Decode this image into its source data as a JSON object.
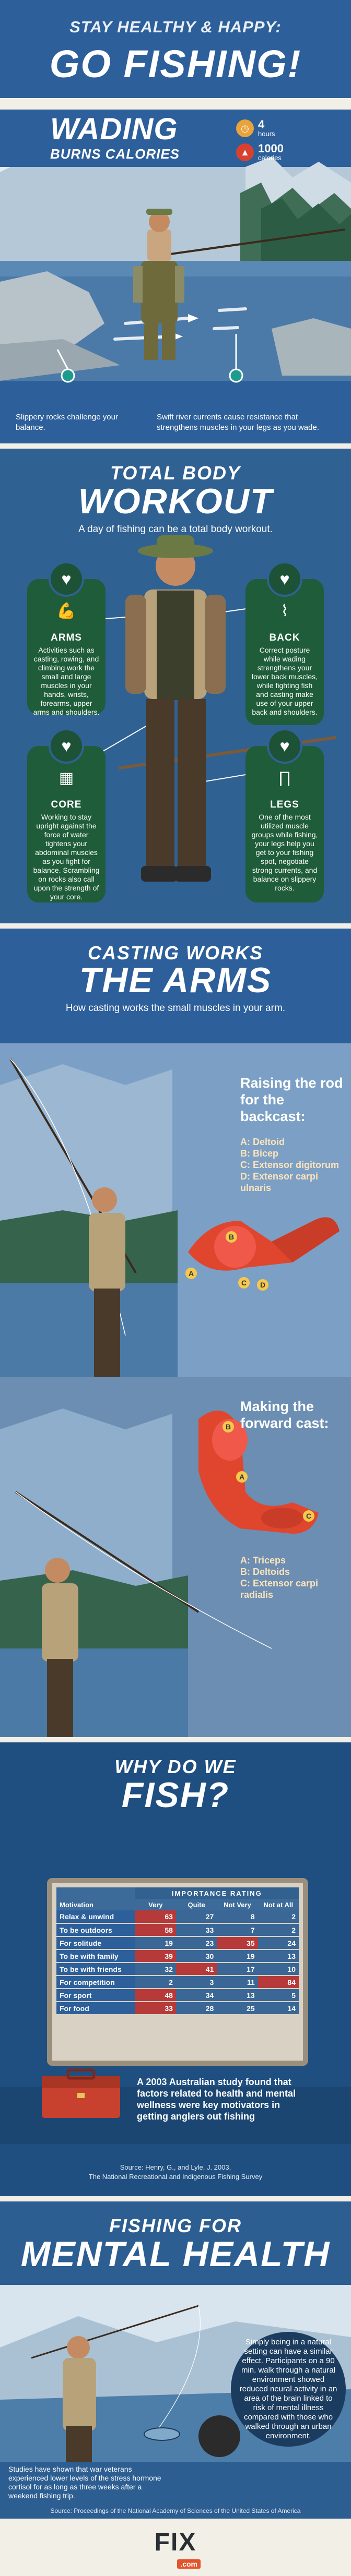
{
  "header": {
    "kicker": "STAY HEALTHY & HAPPY:",
    "title": "GO FISHING!"
  },
  "wading": {
    "title": "WADING",
    "subtitle": "BURNS CALORIES",
    "stats": [
      {
        "icon": "clock-icon",
        "value": "4",
        "unit": "hours",
        "color": "#e8a33c"
      },
      {
        "icon": "flame-icon",
        "value": "1000",
        "unit": "calories",
        "color": "#d8412f"
      }
    ],
    "captions": [
      "Slippery rocks challenge your balance.",
      "Swift river currents cause resistance that strengthens muscles in your legs as you wade."
    ]
  },
  "workout": {
    "title_small": "TOTAL BODY",
    "title_big": "WORKOUT",
    "subtitle": "A day of fishing can be a total body workout.",
    "cards": [
      {
        "name": "ARMS",
        "text": "Activities such as casting, rowing, and climbing work the small and large muscles in your hands, wrists, forearms, upper arms and shoulders."
      },
      {
        "name": "BACK",
        "text": "Correct posture while wading strengthens your lower back muscles, while fighting fish and casting make use of your upper back and shoulders."
      },
      {
        "name": "CORE",
        "text": "Working to stay upright against the force of water tightens your abdominal muscles as you fight for balance. Scrambling on rocks also call upon the strength of your core."
      },
      {
        "name": "LEGS",
        "text": "One of the most utilized muscle groups while fishing, your legs help you get to your fishing spot, negotiate strong currents, and balance on slippery rocks."
      }
    ]
  },
  "casting": {
    "title_small": "CASTING WORKS",
    "title_big": "THE ARMS",
    "subtitle": "How casting works the small muscles in your arm.",
    "backcast": {
      "title": "Raising the rod for the backcast:",
      "muscles": [
        "A: Deltoid",
        "B: Bicep",
        "C: Extensor digitorum",
        "D: Extensor carpi ulnaris"
      ],
      "markers": [
        "A",
        "B",
        "C",
        "D"
      ]
    },
    "forward": {
      "title": "Making the forward cast:",
      "muscles": [
        "A: Triceps",
        "B: Deltoids",
        "C: Extensor carpi radialis"
      ],
      "markers": [
        "A",
        "B",
        "C"
      ]
    }
  },
  "why": {
    "title_small": "WHY DO WE",
    "title_big": "FISH?",
    "table": {
      "group_header": "IMPORTANCE RATING",
      "columns": [
        "Motivation",
        "Very",
        "Quite",
        "Not Very",
        "Not at All"
      ],
      "rows": [
        {
          "label": "Relax & unwind",
          "values": [
            "63",
            "27",
            "8",
            "2"
          ],
          "hl": 0
        },
        {
          "label": "To be outdoors",
          "values": [
            "58",
            "33",
            "7",
            "2"
          ],
          "hl": 0
        },
        {
          "label": "For solitude",
          "values": [
            "19",
            "23",
            "35",
            "24"
          ],
          "hl": 2
        },
        {
          "label": "To be with family",
          "values": [
            "39",
            "30",
            "19",
            "13"
          ],
          "hl": 0
        },
        {
          "label": "To be with friends",
          "values": [
            "32",
            "41",
            "17",
            "10"
          ],
          "hl": 1
        },
        {
          "label": "For competition",
          "values": [
            "2",
            "3",
            "11",
            "84"
          ],
          "hl": 3
        },
        {
          "label": "For sport",
          "values": [
            "48",
            "34",
            "13",
            "5"
          ],
          "hl": 0
        },
        {
          "label": "For food",
          "values": [
            "33",
            "28",
            "25",
            "14"
          ],
          "hl": 0
        }
      ]
    },
    "note": "A 2003 Australian study found that factors related to health and mental wellness were key motivators in getting anglers out fishing",
    "source_1": "Source: Henry, G., and Lyle, J. 2003,",
    "source_2": "The National Recreational and Indigenous Fishing Survey"
  },
  "mental": {
    "title_small": "FISHING FOR",
    "title_big": "MENTAL HEALTH",
    "bubble": "Simply being in a natural setting can have a similar effect. Participants on a 90 min. walk through a natural environment showed reduced neural activity in an area of the brain linked to risk of mental illness compared with those who walked through an urban environment.",
    "caption": "Studies have shown that war veterans experienced lower levels of the stress hormone cortisol for as long as three weeks after a weekend fishing trip.",
    "source": "Source: Proceedings of the National Academy of Sciences of the United States of America"
  },
  "footer": {
    "logo": "FIX",
    "logo_tld": ".com"
  },
  "colors": {
    "navy": "#2d5f9a",
    "green": "#1f5c3a",
    "cream": "#f2efe6",
    "muscle": "#e0452e",
    "highlight": "#b63a3a"
  }
}
